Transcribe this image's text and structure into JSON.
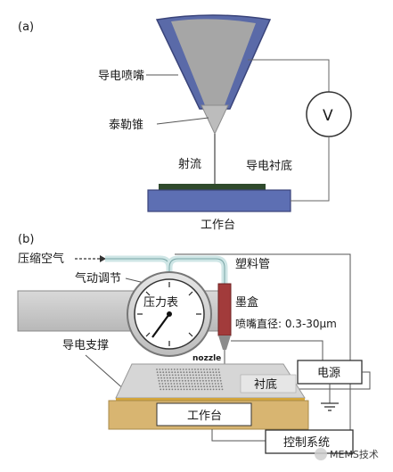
{
  "panel_a": {
    "label": "(a)",
    "nozzle_label": "导电喷嘴",
    "taylor_cone_label": "泰勒锥",
    "jet_label": "射流",
    "substrate_label": "导电衬底",
    "stage_label": "工作台",
    "voltage_symbol": "V"
  },
  "panel_b": {
    "label": "(b)",
    "compressed_air_label": "压缩空气",
    "pressure_regulator_label": "气动调节",
    "plastic_tube_label": "塑料管",
    "pressure_gauge_label": "压力表",
    "ink_cartridge_label": "墨盒",
    "nozzle_diameter_label": "喷嘴直径: 0.3-30μm",
    "nozzle_tag": "nozzle",
    "conductive_support_label": "导电支撑",
    "power_supply_label": "电源",
    "substrate_label": "衬底",
    "stage_label": "工作台",
    "control_system_label": "控制系统"
  },
  "watermark": "MEMS技术",
  "colors": {
    "nozzle_blue": "#5a6aa8",
    "nozzle_gray": "#a6a6a6",
    "stage_blue": "#5d6fb3",
    "film_green": "#2f4a2c",
    "tube_teal": "#cfe6e6",
    "base_tan": "#d8b571",
    "ink_red": "#a23b3b"
  }
}
